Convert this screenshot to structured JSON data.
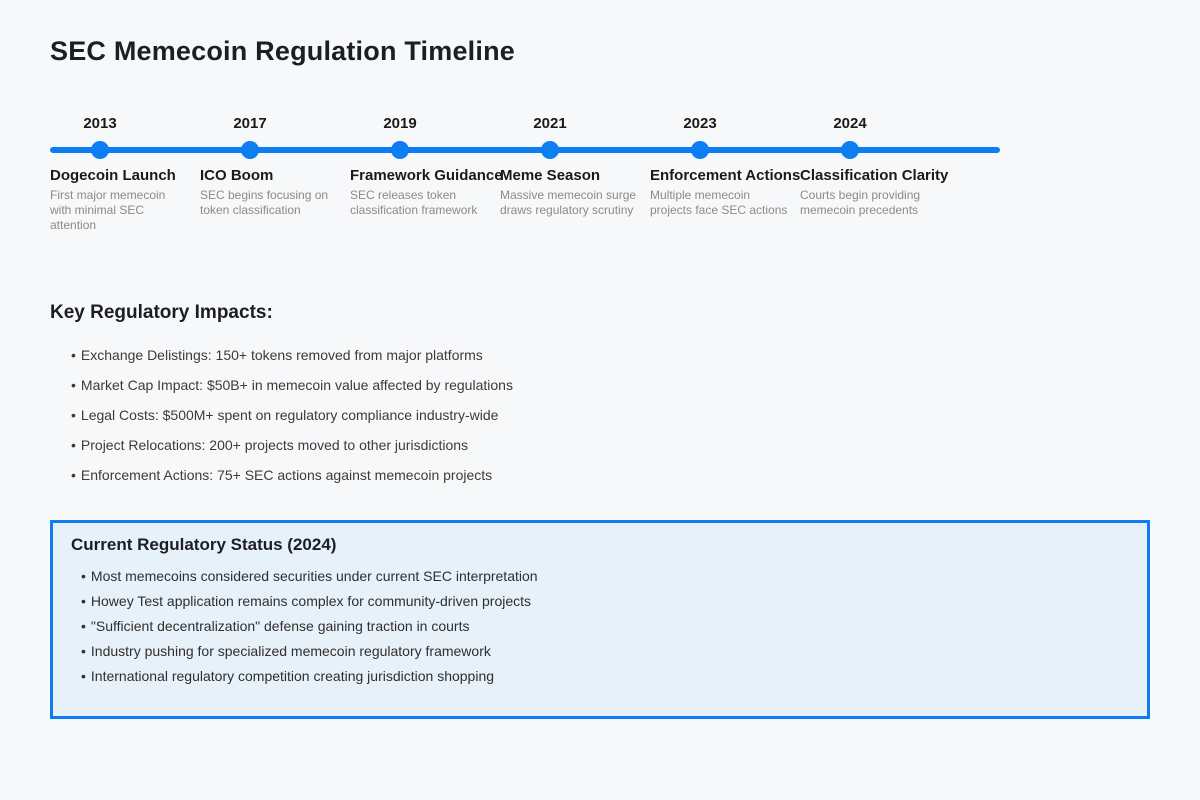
{
  "page": {
    "title": "SEC Memecoin Regulation Timeline",
    "background_color": "#f7f8fa"
  },
  "colors": {
    "accent_blue": "#0d7df2",
    "status_box_background": "#e7f1f9",
    "status_box_border": "#0d7df2",
    "description_gray": "#8a8a8a"
  },
  "ui": {
    "bullet": "•"
  },
  "timeline": {
    "events": [
      {
        "year": "2013",
        "title": "Dogecoin Launch",
        "description": "First major memecoin with minimal SEC attention"
      },
      {
        "year": "2017",
        "title": "ICO Boom",
        "description": "SEC begins focusing on token classification"
      },
      {
        "year": "2019",
        "title": "Framework Guidance",
        "description": "SEC releases token classification framework"
      },
      {
        "year": "2021",
        "title": "Meme Season",
        "description": "Massive memecoin surge draws regulatory scrutiny"
      },
      {
        "year": "2023",
        "title": "Enforcement Actions",
        "description": "Multiple memecoin projects face SEC actions"
      },
      {
        "year": "2024",
        "title": "Classification Clarity",
        "description": "Courts begin providing memecoin precedents"
      }
    ]
  },
  "impacts": {
    "heading": "Key Regulatory Impacts:",
    "items": [
      "Exchange Delistings: 150+ tokens removed from major platforms",
      "Market Cap Impact: $50B+ in memecoin value affected by regulations",
      "Legal Costs: $500M+ spent on regulatory compliance industry-wide",
      "Project Relocations: 200+ projects moved to other jurisdictions",
      "Enforcement Actions: 75+ SEC actions against memecoin projects"
    ]
  },
  "status": {
    "heading": "Current Regulatory Status (2024)",
    "items": [
      "Most memecoins considered securities under current SEC interpretation",
      "Howey Test application remains complex for community-driven projects",
      "\"Sufficient decentralization\" defense gaining traction in courts",
      "Industry pushing for specialized memecoin regulatory framework",
      "International regulatory competition creating jurisdiction shopping"
    ]
  }
}
